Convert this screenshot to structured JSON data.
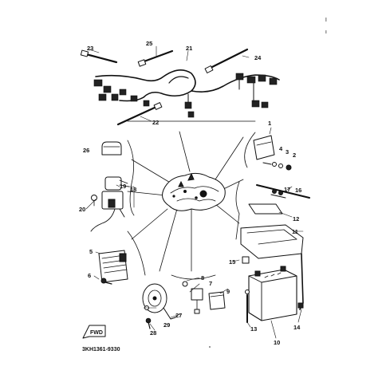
{
  "diagram": {
    "part_code": "3KH1361-9330",
    "front_marker": "FWD",
    "callouts": {
      "n1": "1",
      "n2": "2",
      "n3": "3",
      "n4": "4",
      "n5": "5",
      "n6": "6",
      "n7": "7",
      "n8": "8",
      "n9": "9",
      "n10": "10",
      "n11": "11",
      "n12": "12",
      "n13": "13",
      "n14": "14",
      "n15": "15",
      "n16": "16",
      "n17": "17",
      "n18": "18",
      "n19": "19",
      "n20": "20",
      "n21": "21",
      "n22": "22",
      "n23": "23",
      "n24": "24",
      "n25": "25",
      "n26": "26",
      "n27": "27",
      "n28": "28",
      "n29": "29"
    }
  }
}
